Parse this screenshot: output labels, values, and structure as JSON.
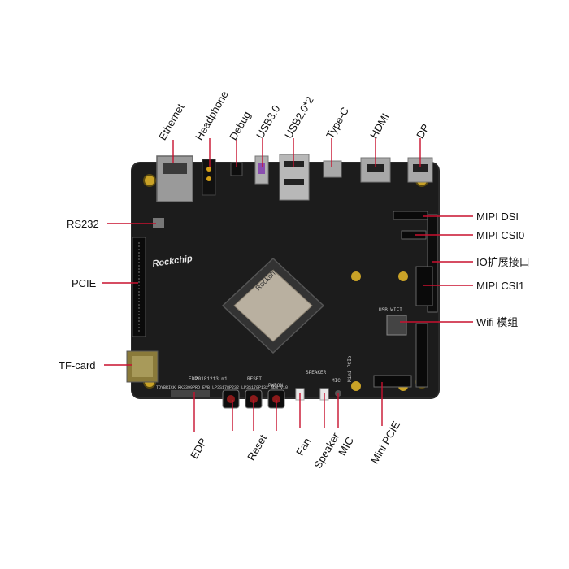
{
  "board": {
    "silkscreen": {
      "brand_logo": "Rockchip",
      "chip_marking": "Rockchip",
      "board_code": "20181213Lm1",
      "board_name": "TOYBRICK_RK3399PRO_EVB_LP3S178P232_LP3S178P132_SDB_V10",
      "usb_wifi": "USB WIFI",
      "reset": "RESET",
      "pwron": "PWRON",
      "speaker": "SPEAKER",
      "mic": "MIC",
      "edp": "EDP",
      "mini_pcie": "Mini PCIe"
    }
  },
  "labels": {
    "top": [
      "Ethernet",
      "Headphone",
      "Debug",
      "USB3.0",
      "USB2.0*2",
      "Type-C",
      "HDMI",
      "DP"
    ],
    "left": [
      "RS232",
      "PCIE",
      "TF-card"
    ],
    "right": [
      "MIPI DSI",
      "MIPI CSI0",
      "IO扩展接口",
      "MIPI CSI1",
      "Wifi 模组"
    ],
    "bottom": [
      "EDP",
      "Reset",
      "Fan",
      "Speaker",
      "MIC",
      "Mini PCIE"
    ]
  },
  "colors": {
    "pcb": "#1c1c1c",
    "pcb_edge": "#2a2a2a",
    "leader": "#c8102e",
    "text": "#111111"
  }
}
